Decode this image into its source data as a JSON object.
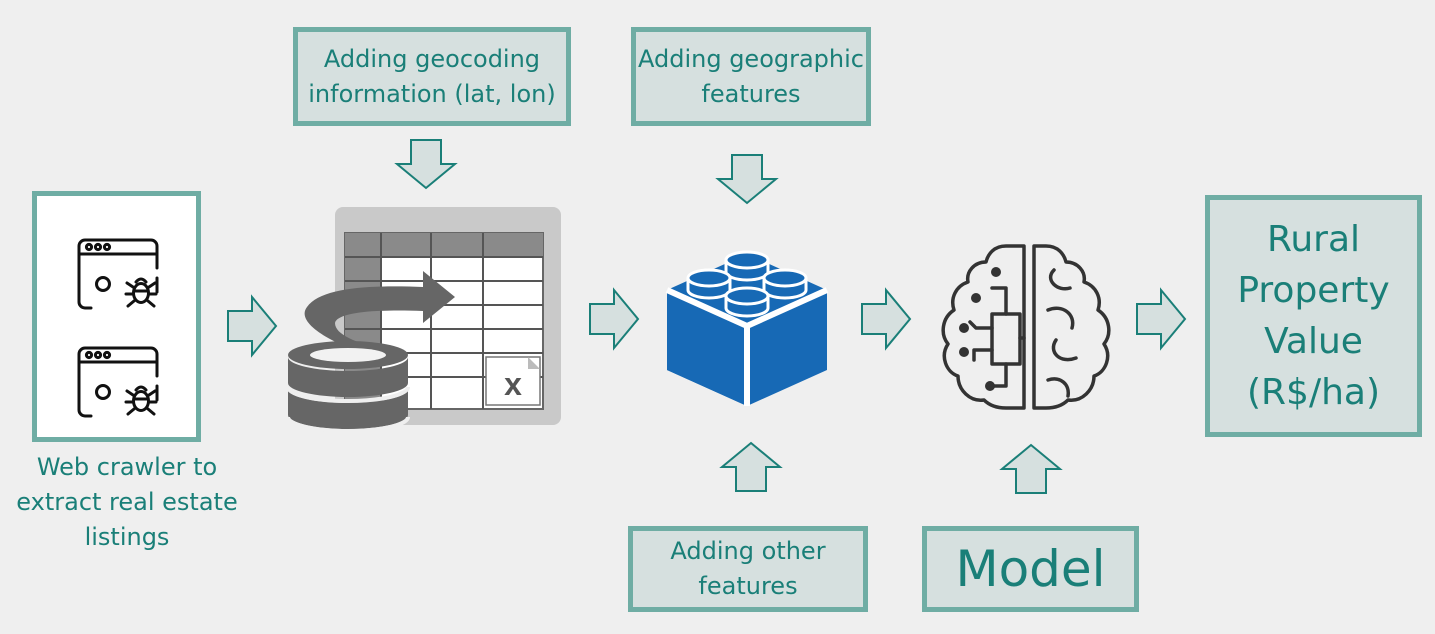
{
  "boxes": {
    "geocoding": "Adding geocoding\ninformation (lat, lon)",
    "geographic": "Adding geographic\nfeatures",
    "other": "Adding other\nfeatures",
    "model": "Model",
    "output": "Rural\nProperty\nValue\n(R$/ha)"
  },
  "crawler_caption": "Web crawler to\nextract real estate\nlistings",
  "icons": {
    "crawler": "web-crawler-icon",
    "spreadsheet": "spreadsheet-database-icon",
    "excel_badge": "x",
    "feature_block": "lego-block-icon",
    "model": "ai-brain-icon"
  },
  "colors": {
    "box_border": "#6fada4",
    "box_fill": "#d6e0df",
    "text": "#1a7f78",
    "block_blue": "#1769b5",
    "dark_gray": "#555555"
  }
}
